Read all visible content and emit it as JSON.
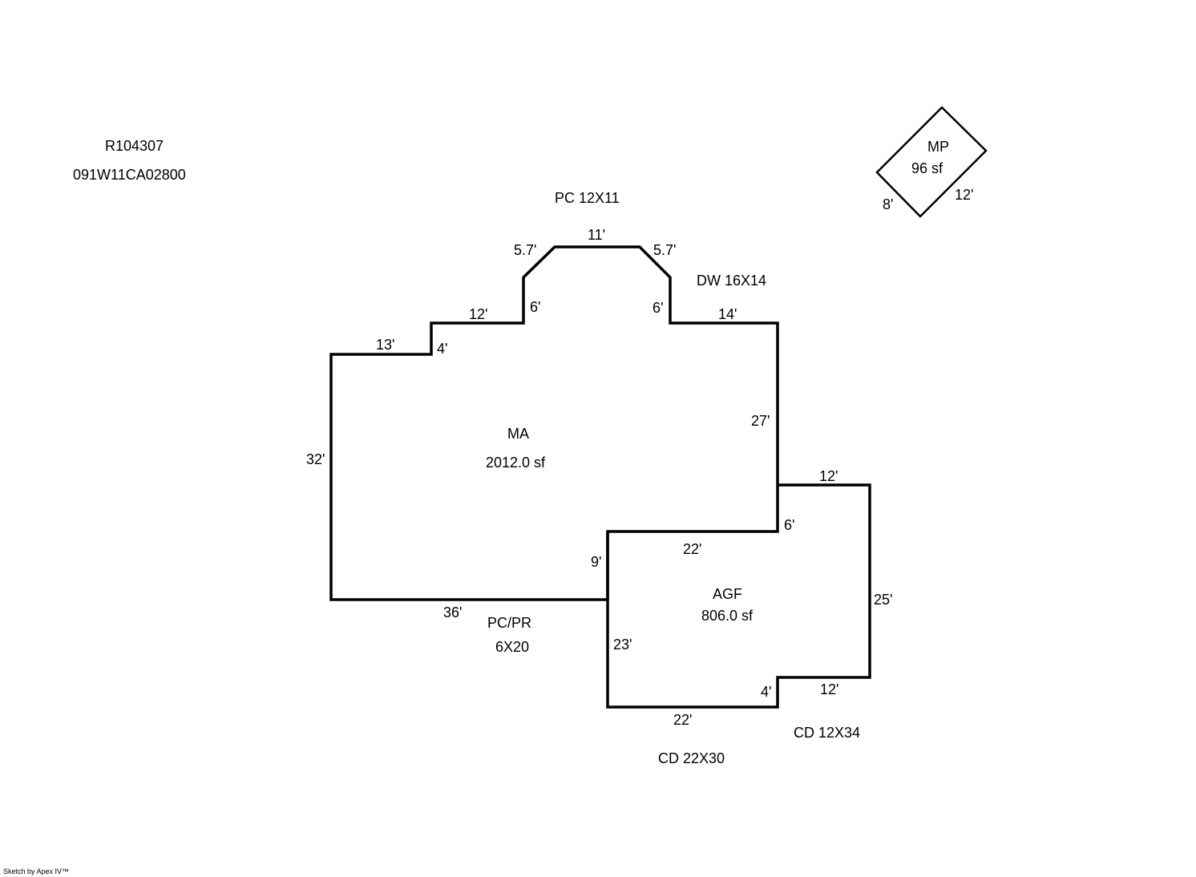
{
  "header": {
    "parcel_id": "R104307",
    "map_number": "091W11CA02800"
  },
  "areas": {
    "main": {
      "code": "MA",
      "area": "2012.0 sf"
    },
    "garage": {
      "code": "AGF",
      "area": "806.0 sf"
    },
    "mp": {
      "code": "MP",
      "area": "96 sf"
    }
  },
  "annotations": {
    "pc": "PC 12X11",
    "dw": "DW 16X14",
    "pcpr_line1": "PC/PR",
    "pcpr_line2": "6X20",
    "cd_small": "CD 12X34",
    "cd_large": "CD 22X30"
  },
  "dimensions": {
    "top_11": "11'",
    "diag_left": "5.7'",
    "diag_right": "5.7'",
    "left_6": "6'",
    "right_6": "6'",
    "step_12": "12'",
    "step_4": "4'",
    "step_13": "13'",
    "right_14": "14'",
    "right_27": "27'",
    "left_32": "32'",
    "bottom_36": "36'",
    "inner_9": "9'",
    "inner_22": "22'",
    "inner_6": "6'",
    "garage_top_12": "12'",
    "garage_right_25": "25'",
    "garage_bottom_12": "12'",
    "garage_step_4": "4'",
    "garage_bottom_22": "22'",
    "garage_left_23": "23'",
    "mp_8": "8'",
    "mp_12": "12'"
  },
  "footer": {
    "credit": "Sketch by Apex IV™"
  }
}
